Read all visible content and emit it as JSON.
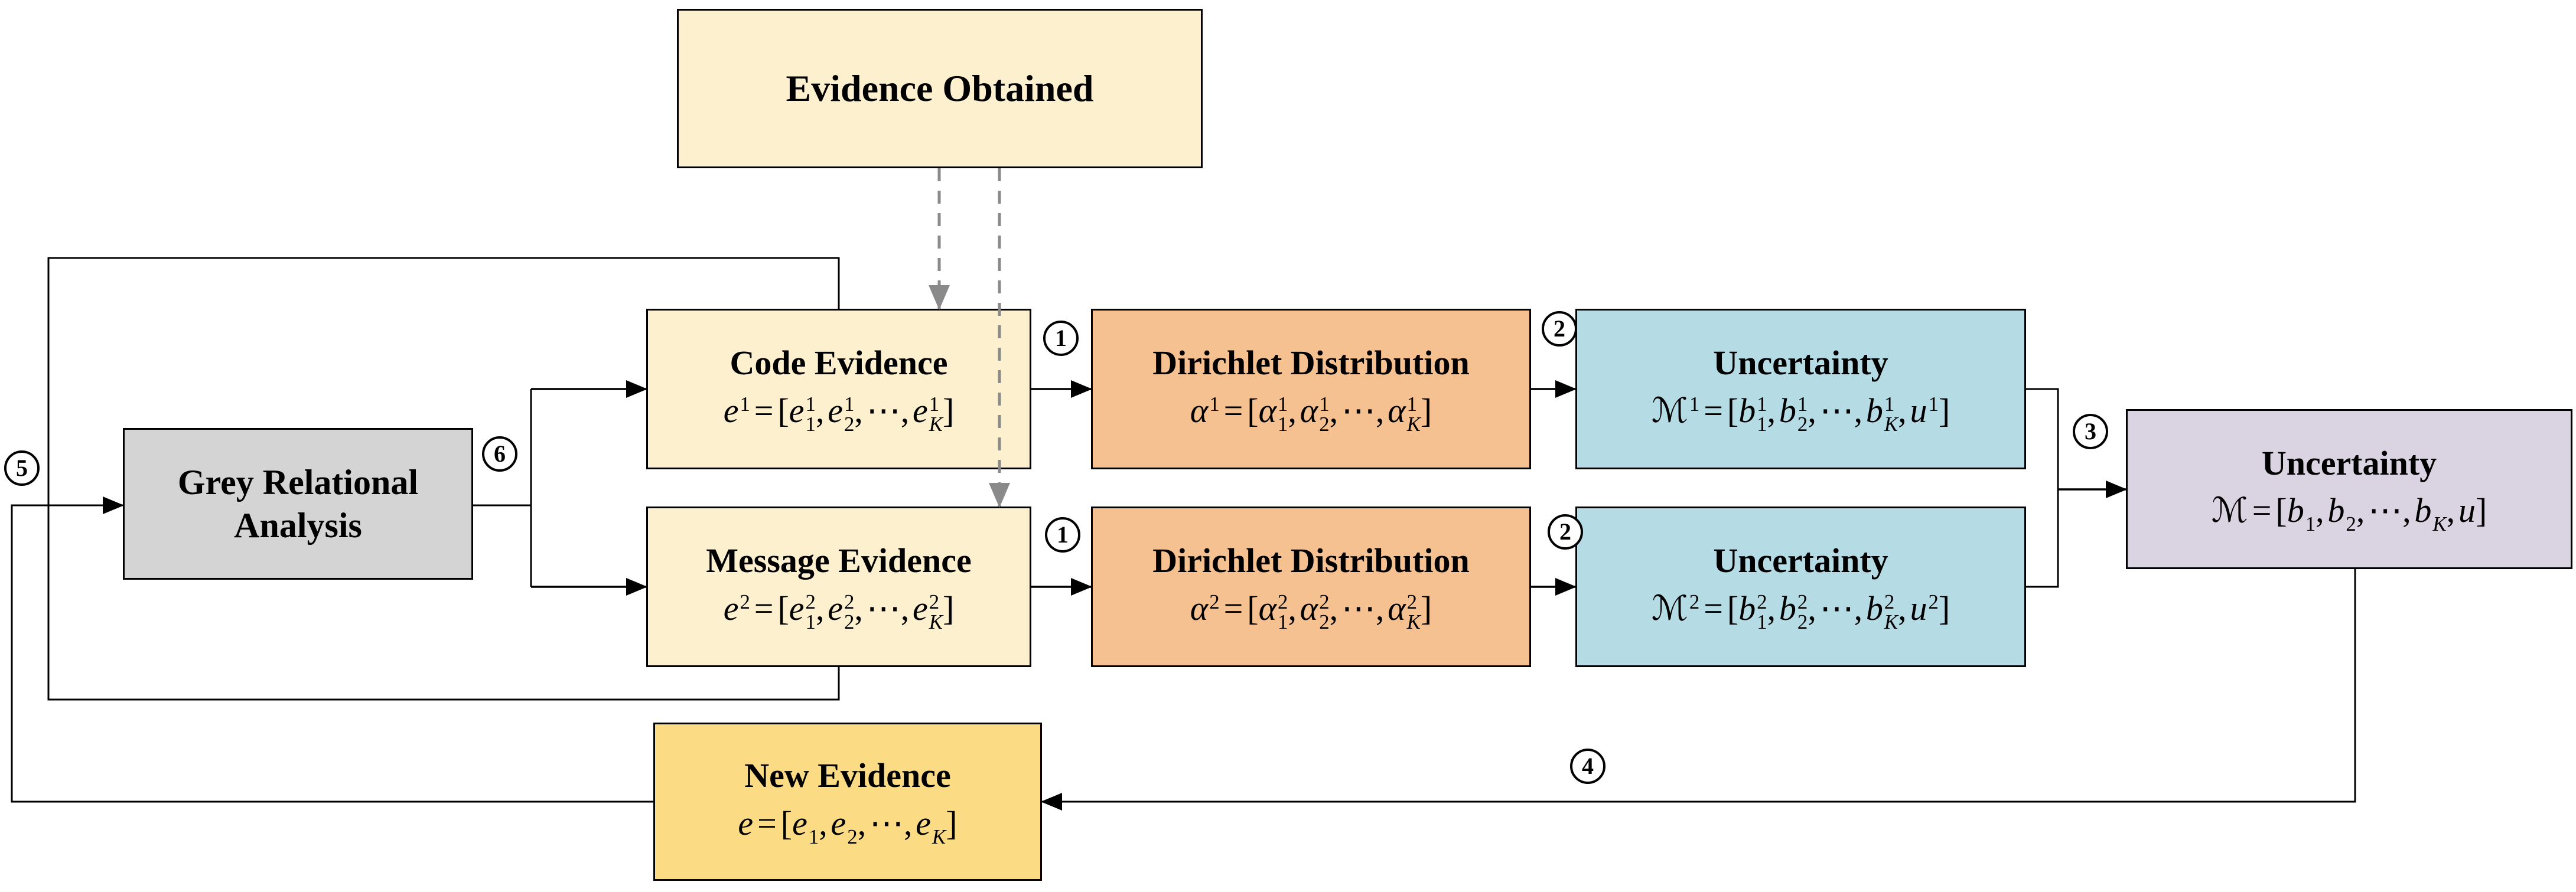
{
  "diagram": {
    "title_note": "Evidence fusion flow diagram",
    "colors": {
      "cream": "#fcf0ce",
      "gold": "#fbdc85",
      "salmon": "#f5c191",
      "blue": "#b5dbe5",
      "lavender": "#d9d3e2",
      "grey": "#d4d4d4",
      "line_black": "#000000",
      "line_dash_grey": "#8a8a8a"
    },
    "boxes": {
      "evidence_obtained": {
        "title": "Evidence Obtained",
        "fill": "#fcf0ce"
      },
      "code_evidence": {
        "title": "Code Evidence",
        "fill": "#fcf0ce",
        "formula": [
          {
            "b": "e",
            "sup": "1"
          },
          {
            "b": "="
          },
          {
            "b": "["
          },
          {
            "b": "e",
            "sub": "1",
            "sup": "1"
          },
          {
            "b": ","
          },
          {
            "b": "e",
            "sub": "2",
            "sup": "1"
          },
          {
            "b": ","
          },
          {
            "b": "⋯"
          },
          {
            "b": ","
          },
          {
            "b": "e",
            "sub": "K",
            "sup": "1"
          },
          {
            "b": "]"
          }
        ]
      },
      "dirichlet_1": {
        "title": "Dirichlet Distribution",
        "fill": "#f5c191",
        "formula": [
          {
            "b": "α",
            "sup": "1"
          },
          {
            "b": "="
          },
          {
            "b": "["
          },
          {
            "b": "α",
            "sub": "1",
            "sup": "1"
          },
          {
            "b": ","
          },
          {
            "b": "α",
            "sub": "2",
            "sup": "1"
          },
          {
            "b": ","
          },
          {
            "b": "⋯"
          },
          {
            "b": ","
          },
          {
            "b": "α",
            "sub": "K",
            "sup": "1"
          },
          {
            "b": "]"
          }
        ]
      },
      "uncertainty_1": {
        "title": "Uncertainty",
        "fill": "#b5dbe5",
        "formula": [
          {
            "b": "ℳ",
            "sup": "1"
          },
          {
            "b": "="
          },
          {
            "b": "["
          },
          {
            "b": "b",
            "sub": "1",
            "sup": "1"
          },
          {
            "b": ","
          },
          {
            "b": "b",
            "sub": "2",
            "sup": "1"
          },
          {
            "b": ","
          },
          {
            "b": "⋯"
          },
          {
            "b": ","
          },
          {
            "b": "b",
            "sub": "K",
            "sup": "1"
          },
          {
            "b": ","
          },
          {
            "b": "u",
            "sup": "1"
          },
          {
            "b": "]"
          }
        ]
      },
      "grey_relational": {
        "title_line1": "Grey Relational",
        "title_line2": "Analysis",
        "fill": "#d4d4d4"
      },
      "message_evidence": {
        "title": "Message Evidence",
        "fill": "#fcf0ce",
        "formula": [
          {
            "b": "e",
            "sup": "2"
          },
          {
            "b": "="
          },
          {
            "b": "["
          },
          {
            "b": "e",
            "sub": "1",
            "sup": "2"
          },
          {
            "b": ","
          },
          {
            "b": "e",
            "sub": "2",
            "sup": "2"
          },
          {
            "b": ","
          },
          {
            "b": "⋯"
          },
          {
            "b": ","
          },
          {
            "b": "e",
            "sub": "K",
            "sup": "2"
          },
          {
            "b": "]"
          }
        ]
      },
      "dirichlet_2": {
        "title": "Dirichlet Distribution",
        "fill": "#f5c191",
        "formula": [
          {
            "b": "α",
            "sup": "2"
          },
          {
            "b": "="
          },
          {
            "b": "["
          },
          {
            "b": "α",
            "sub": "1",
            "sup": "2"
          },
          {
            "b": ","
          },
          {
            "b": "α",
            "sub": "2",
            "sup": "2"
          },
          {
            "b": ","
          },
          {
            "b": "⋯"
          },
          {
            "b": ","
          },
          {
            "b": "α",
            "sub": "K",
            "sup": "2"
          },
          {
            "b": "]"
          }
        ]
      },
      "uncertainty_2": {
        "title": "Uncertainty",
        "fill": "#b5dbe5",
        "formula": [
          {
            "b": "ℳ",
            "sup": "2"
          },
          {
            "b": "="
          },
          {
            "b": "["
          },
          {
            "b": "b",
            "sub": "1",
            "sup": "2"
          },
          {
            "b": ","
          },
          {
            "b": "b",
            "sub": "2",
            "sup": "2"
          },
          {
            "b": ","
          },
          {
            "b": "⋯"
          },
          {
            "b": ","
          },
          {
            "b": "b",
            "sub": "K",
            "sup": "2"
          },
          {
            "b": ","
          },
          {
            "b": "u",
            "sup": "2"
          },
          {
            "b": "]"
          }
        ]
      },
      "uncertainty_fused": {
        "title": "Uncertainty",
        "fill": "#d9d3e2",
        "formula": [
          {
            "b": "ℳ"
          },
          {
            "b": "="
          },
          {
            "b": "["
          },
          {
            "b": "b",
            "sub": "1"
          },
          {
            "b": ","
          },
          {
            "b": "b",
            "sub": "2"
          },
          {
            "b": ","
          },
          {
            "b": "⋯"
          },
          {
            "b": ","
          },
          {
            "b": "b",
            "sub": "K"
          },
          {
            "b": ","
          },
          {
            "b": "u"
          },
          {
            "b": "]"
          }
        ]
      },
      "new_evidence": {
        "title": "New Evidence",
        "fill": "#fbdc85",
        "formula": [
          {
            "b": "e"
          },
          {
            "b": "="
          },
          {
            "b": "["
          },
          {
            "b": "e",
            "sub": "1"
          },
          {
            "b": ","
          },
          {
            "b": "e",
            "sub": "2"
          },
          {
            "b": ","
          },
          {
            "b": "⋯"
          },
          {
            "b": ","
          },
          {
            "b": "e",
            "sub": "K"
          },
          {
            "b": "]"
          }
        ]
      }
    },
    "steps": {
      "one": "1",
      "two": "2",
      "three": "3",
      "four": "4",
      "five": "5",
      "six": "6"
    }
  }
}
